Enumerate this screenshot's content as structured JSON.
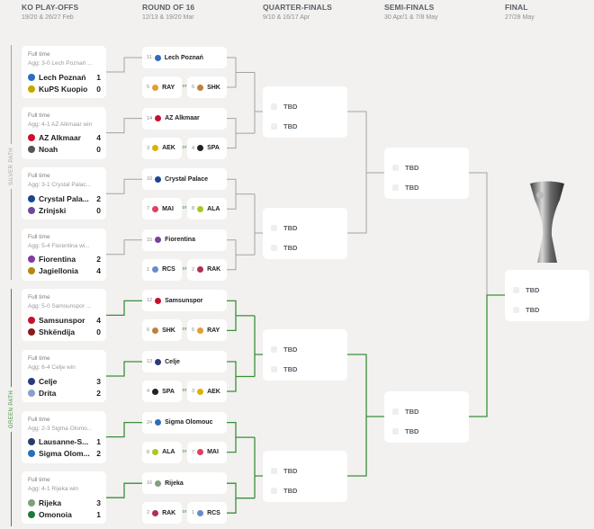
{
  "rounds": [
    {
      "title": "KO PLAY-OFFS",
      "dates": "19/20 & 26/27 Feb"
    },
    {
      "title": "ROUND OF 16",
      "dates": "12/13 & 19/20 Mar"
    },
    {
      "title": "QUARTER-FINALS",
      "dates": "9/10 & 16/17 Apr"
    },
    {
      "title": "SEMI-FINALS",
      "dates": "30 Apr/1 & 7/8 May"
    },
    {
      "title": "FINAL",
      "dates": "27/28 May"
    }
  ],
  "paths": [
    {
      "label": "SILVER PATH",
      "color": "#a3a3a3"
    },
    {
      "label": "GREEN PATH",
      "color": "#3a8f3a"
    }
  ],
  "ko": [
    {
      "status": "Full time",
      "agg": "Agg: 3-0 Lech Poznań ...",
      "teams": [
        {
          "name": "Lech Poznań",
          "score": "1",
          "crest": "#2a6ebb"
        },
        {
          "name": "KuPS Kuopio",
          "score": "0",
          "crest": "#c9a600"
        }
      ]
    },
    {
      "status": "Full time",
      "agg": "Agg: 4-1 AZ Alkmaar win",
      "teams": [
        {
          "name": "AZ Alkmaar",
          "score": "4",
          "crest": "#c8102e"
        },
        {
          "name": "Noah",
          "score": "0",
          "crest": "#555555"
        }
      ]
    },
    {
      "status": "Full time",
      "agg": "Agg: 3-1 Crystal Palac...",
      "teams": [
        {
          "name": "Crystal Pala...",
          "score": "2",
          "crest": "#1b458f"
        },
        {
          "name": "Zrinjski",
          "score": "0",
          "crest": "#6b4a9a"
        }
      ]
    },
    {
      "status": "Full time",
      "agg": "Agg: 5-4 Fiorentina wi...",
      "teams": [
        {
          "name": "Fiorentina",
          "score": "2",
          "crest": "#7b3fa0"
        },
        {
          "name": "Jagiellonia",
          "score": "4",
          "crest": "#b8860b"
        }
      ]
    },
    {
      "status": "Full time",
      "agg": "Agg: 5-0 Samsunspor ...",
      "teams": [
        {
          "name": "Samsunspor",
          "score": "4",
          "crest": "#c8102e"
        },
        {
          "name": "Shkëndija",
          "score": "0",
          "crest": "#8b1a1a"
        }
      ]
    },
    {
      "status": "Full time",
      "agg": "Agg: 6-4 Celje win",
      "teams": [
        {
          "name": "Celje",
          "score": "3",
          "crest": "#2a3b7a"
        },
        {
          "name": "Drita",
          "score": "2",
          "crest": "#8aa0c8"
        }
      ]
    },
    {
      "status": "Full time",
      "agg": "Agg: 2-3 Sigma Olomo...",
      "teams": [
        {
          "name": "Lausanne-S...",
          "score": "1",
          "crest": "#2a3b6a"
        },
        {
          "name": "Sigma Olom...",
          "score": "2",
          "crest": "#2a6ebb"
        }
      ]
    },
    {
      "status": "Full time",
      "agg": "Agg: 4-1 Rijeka win",
      "teams": [
        {
          "name": "Rijeka",
          "score": "3",
          "crest": "#7fa07f"
        },
        {
          "name": "Omonoia",
          "score": "1",
          "crest": "#1f7a3a"
        }
      ]
    }
  ],
  "r16": [
    {
      "seed": "11",
      "team": "Lech Poznań",
      "crest": "#2a6ebb",
      "or": "or",
      "pair": [
        {
          "seed": "5",
          "abbr": "RAY",
          "crest": "#e0a030"
        },
        {
          "seed": "6",
          "abbr": "SHK",
          "crest": "#c08040"
        }
      ]
    },
    {
      "seed": "14",
      "team": "AZ Alkmaar",
      "crest": "#c8102e",
      "or": "or",
      "pair": [
        {
          "seed": "3",
          "abbr": "AEK",
          "crest": "#e0b000"
        },
        {
          "seed": "4",
          "abbr": "SPA",
          "crest": "#222222"
        }
      ]
    },
    {
      "seed": "10",
      "team": "Crystal Palace",
      "crest": "#1b458f",
      "or": "or",
      "pair": [
        {
          "seed": "7",
          "abbr": "MAI",
          "crest": "#e04060"
        },
        {
          "seed": "8",
          "abbr": "ALA",
          "crest": "#a8c820"
        }
      ]
    },
    {
      "seed": "15",
      "team": "Fiorentina",
      "crest": "#7b3fa0",
      "or": "or",
      "pair": [
        {
          "seed": "1",
          "abbr": "RCS",
          "crest": "#6a8acb"
        },
        {
          "seed": "2",
          "abbr": "RAK",
          "crest": "#b03050"
        }
      ]
    },
    {
      "seed": "12",
      "team": "Samsunspor",
      "crest": "#c8102e",
      "or": "or",
      "pair": [
        {
          "seed": "6",
          "abbr": "SHK",
          "crest": "#c08040"
        },
        {
          "seed": "5",
          "abbr": "RAY",
          "crest": "#e0a030"
        }
      ]
    },
    {
      "seed": "13",
      "team": "Celje",
      "crest": "#2a3b7a",
      "or": "or",
      "pair": [
        {
          "seed": "4",
          "abbr": "SPA",
          "crest": "#222222"
        },
        {
          "seed": "3",
          "abbr": "AEK",
          "crest": "#e0b000"
        }
      ]
    },
    {
      "seed": "24",
      "team": "Sigma Olomouc",
      "crest": "#2a6ebb",
      "or": "or",
      "pair": [
        {
          "seed": "8",
          "abbr": "ALA",
          "crest": "#a8c820"
        },
        {
          "seed": "7",
          "abbr": "MAI",
          "crest": "#e04060"
        }
      ]
    },
    {
      "seed": "16",
      "team": "Rijeka",
      "crest": "#7fa07f",
      "or": "or",
      "pair": [
        {
          "seed": "2",
          "abbr": "RAK",
          "crest": "#b03050"
        },
        {
          "seed": "1",
          "abbr": "RCS",
          "crest": "#6a8acb"
        }
      ]
    }
  ],
  "qf": [
    [
      "TBD",
      "TBD"
    ],
    [
      "TBD",
      "TBD"
    ],
    [
      "TBD",
      "TBD"
    ],
    [
      "TBD",
      "TBD"
    ]
  ],
  "sf": [
    [
      "TBD",
      "TBD"
    ],
    [
      "TBD",
      "TBD"
    ]
  ],
  "final": [
    "TBD",
    "TBD"
  ],
  "colors": {
    "silver_line": "#a3a3a3",
    "green_line": "#3a8f3a"
  }
}
